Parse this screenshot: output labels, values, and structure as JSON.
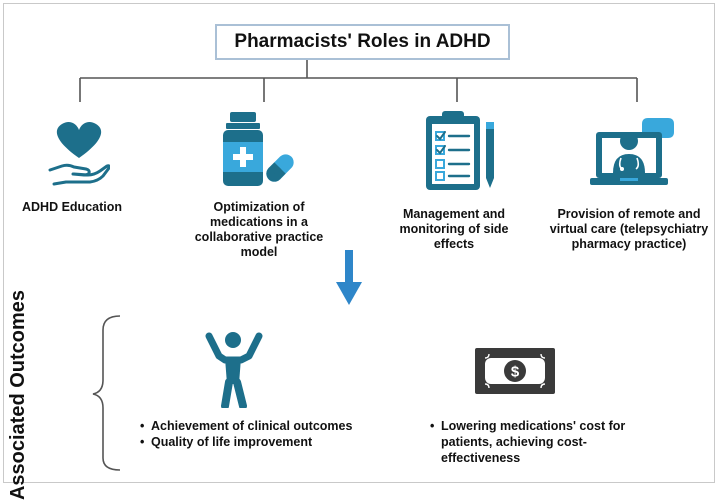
{
  "title": "Pharmacists' Roles in ADHD",
  "roles": [
    {
      "icon": "heart-hand-icon",
      "label": "ADHD Education"
    },
    {
      "icon": "medication-bottle-icon",
      "label": "Optimization of medications in a collaborative practice model"
    },
    {
      "icon": "clipboard-checklist-icon",
      "label": "Management and monitoring of side effects"
    },
    {
      "icon": "telehealth-laptop-icon",
      "label": "Provision of remote and virtual care (telepsychiatry pharmacy practice)"
    }
  ],
  "outcomes_heading": "Associated Outcomes",
  "outcomes": [
    {
      "icon": "person-celebrating-icon",
      "bullets": [
        "Achievement of clinical outcomes",
        "Quality of life improvement"
      ]
    },
    {
      "icon": "dollar-bill-icon",
      "bullets": [
        "Lowering medications' cost for patients, achieving cost-effectiveness"
      ]
    }
  ],
  "colors": {
    "teal": "#1d6f8b",
    "light_blue": "#39a8dc",
    "arrow_blue": "#2e86c9",
    "line": "#555555",
    "title_border": "#aac0d6"
  }
}
